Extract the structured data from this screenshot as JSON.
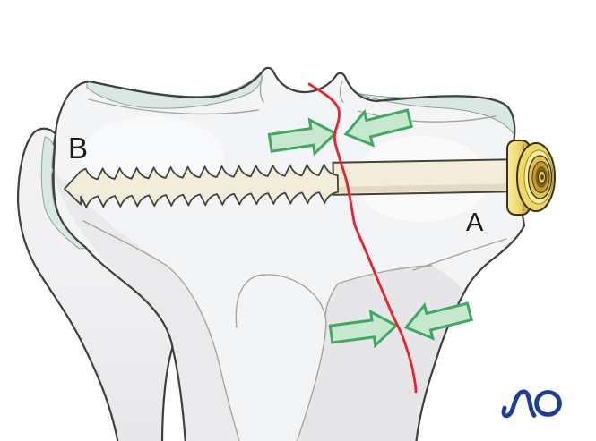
{
  "labels": {
    "fragment_a": "A",
    "fragment_b": "B"
  },
  "logo": {
    "text": "AO",
    "color": "#1E3C9B"
  },
  "annotations": {
    "arrow_icon": "compression-arrow-icon",
    "arrow_count": 4,
    "arrow_fill": "#C5E8CE",
    "arrow_stroke": "#3FA962"
  },
  "colors": {
    "fracture_line": "#E8232E",
    "screw_body": "#F2EDDB",
    "screw_gold": "#EED964",
    "cartilage": "#DAE8E4",
    "bone_fill": "#F3F4F5",
    "bone_outline": "#3F3F3F",
    "background": "#FFFFFF"
  }
}
